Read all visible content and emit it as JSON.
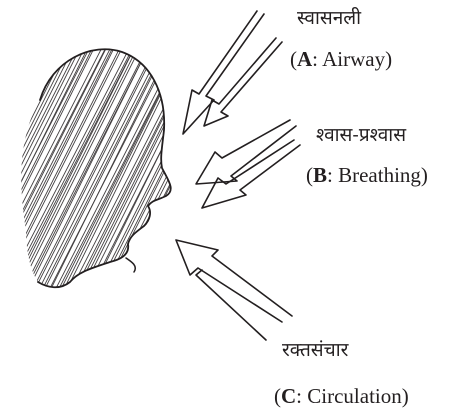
{
  "labels": {
    "airway": {
      "hindi": "स्वासनली",
      "open": "(",
      "letter": "A",
      "english": ": Airway",
      "close": ")"
    },
    "breathing": {
      "hindi": "श्वास-प्रश्वास",
      "open": "(",
      "letter": "B",
      "english": ": Breathing",
      "close": ")"
    },
    "circulation": {
      "hindi": "रक्तसंचार",
      "open": "(",
      "letter": "C",
      "english": ": Circulation",
      "close": ")"
    }
  },
  "colors": {
    "ink": "#231f20",
    "background": "#ffffff"
  }
}
